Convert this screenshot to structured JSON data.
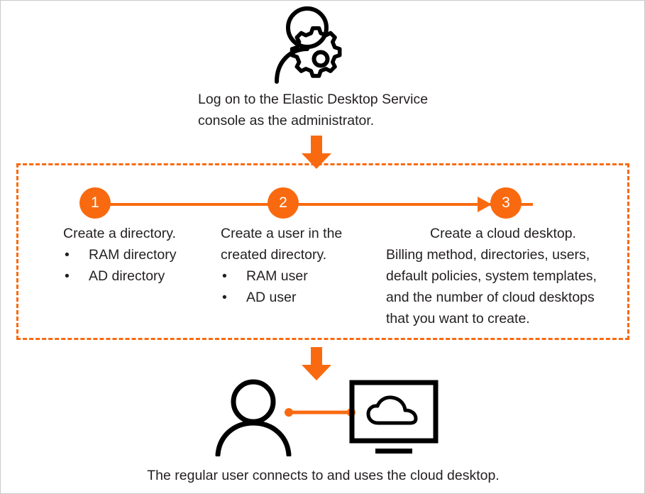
{
  "diagram": {
    "type": "flowchart",
    "accent_color": "#f96a10",
    "text_color": "#231f20",
    "background": "#ffffff",
    "border_color": "#c9c9c9"
  },
  "top": {
    "icon": "admin-user-gear-icon",
    "caption": "Log on to the Elastic Desktop Service\nconsole as the administrator."
  },
  "arrows": {
    "top": "down-arrow",
    "bottom": "down-arrow"
  },
  "steps": [
    {
      "number": "1",
      "heading": "Create a directory.",
      "bullets": [
        "RAM directory",
        "AD directory"
      ]
    },
    {
      "number": "2",
      "heading": "Create a user in the\ncreated directory.",
      "bullets": [
        "RAM user",
        "AD user"
      ]
    },
    {
      "number": "3",
      "heading": "Create a cloud desktop.",
      "detail": "Billing method, directories, users,\ndefault policies, system templates,\nand the number of cloud desktops\nthat you want to create.",
      "bullets": []
    }
  ],
  "bottom": {
    "user_icon": "user-icon",
    "connector": "connection-line",
    "desktop_icon": "cloud-desktop-monitor-icon",
    "caption": "The regular user connects to and uses the cloud desktop."
  }
}
